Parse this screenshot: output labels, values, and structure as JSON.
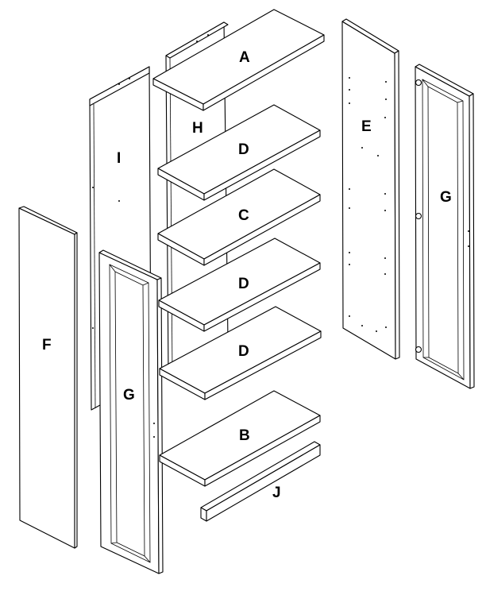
{
  "parts": {
    "A": "A",
    "B": "B",
    "C": "C",
    "D1": "D",
    "D2": "D",
    "D3": "D",
    "E": "E",
    "F": "F",
    "G_left": "G",
    "G_right": "G",
    "H": "H",
    "I": "I",
    "J": "J"
  },
  "colors": {
    "line": "#000000",
    "background": "#ffffff"
  }
}
